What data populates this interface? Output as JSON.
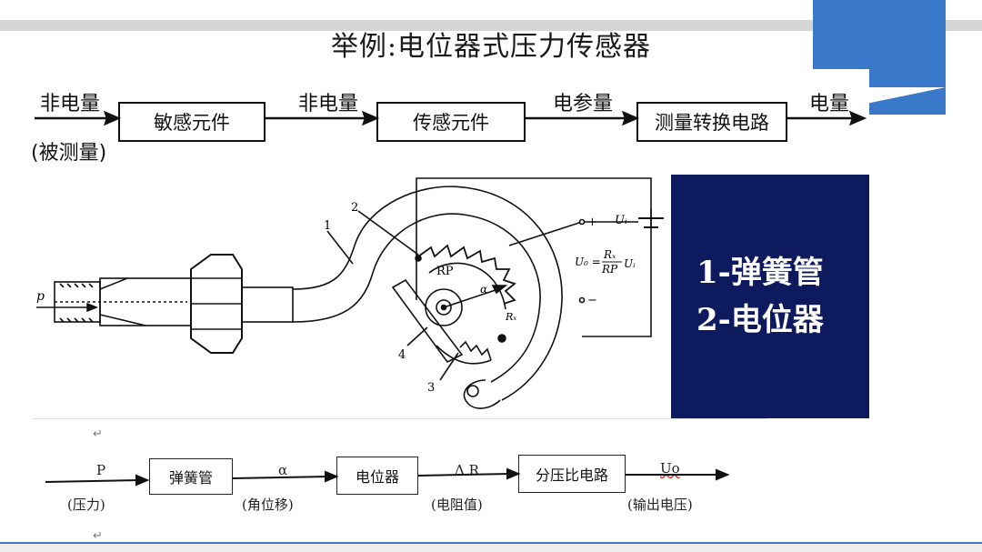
{
  "slide": {
    "title": "举例:电位器式压力传感器"
  },
  "chain": {
    "in_label": "非电量",
    "in_sub": "(被测量)",
    "box1": "敏感元件",
    "mid1_label": "非电量",
    "box2": "传感元件",
    "mid2_label": "电参量",
    "box3": "测量转换电路",
    "out_label": "电量"
  },
  "figure": {
    "p_label": "p",
    "num1": "1",
    "num2": "2",
    "num3": "3",
    "num4": "4",
    "rp_label": "RP",
    "alpha_label": "α",
    "rx_label": "Rₓ",
    "ui_label": "Uᵢ",
    "plus_label": "+",
    "minus_label": "−",
    "formula_lhs": "U₀ =",
    "formula_num": "Rₓ",
    "formula_den": "RP",
    "formula_rhs": "Uᵢ"
  },
  "legend": {
    "item1": "1-弹簧管",
    "item2": "2-电位器"
  },
  "flow": {
    "p_label": "P",
    "p_sub": "(压力)",
    "box1": "弹簧管",
    "alpha_label": "α",
    "alpha_sub": "(角位移)",
    "box2": "电位器",
    "dr_label": "Δ R",
    "dr_sub": "(电阻值)",
    "box3": "分压比电路",
    "uo_label": "Uo",
    "uo_sub": "(输出电压)",
    "para_mark": "↵"
  }
}
